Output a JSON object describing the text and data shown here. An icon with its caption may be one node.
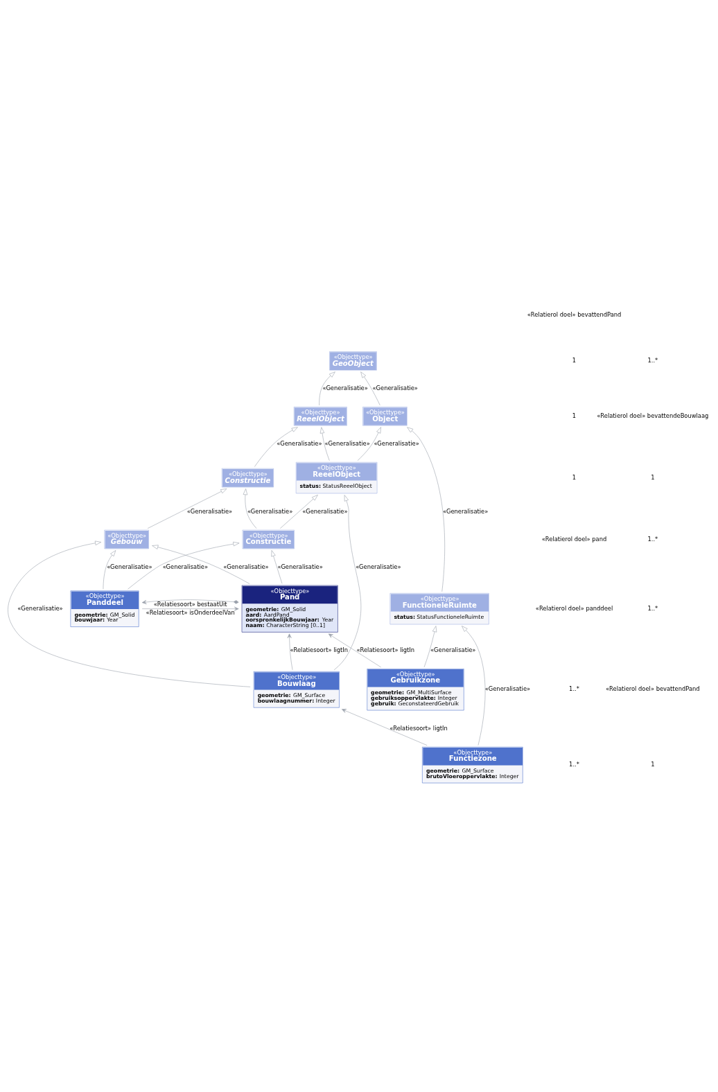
{
  "diagram": {
    "nodes": [
      {
        "text": [
          "«Objecttype»",
          "GeoObject"
        ]
      },
      {
        "text": [
          "«Objecttype»",
          "Object"
        ]
      },
      {
        "text": [
          "«Objecttype»",
          "ReeelObject"
        ]
      },
      {
        "text": [
          "«Objecttype»",
          "ReeelObject",
          "status: StatusReeelObject"
        ]
      },
      {
        "text": [
          "«Objecttype»",
          "Constructie"
        ]
      },
      {
        "text": [
          "«Objecttype»",
          "Constructie"
        ]
      },
      {
        "text": [
          "«Objecttype»",
          "Gebouw"
        ]
      },
      {
        "text": [
          "«Objecttype»",
          "Panddeel",
          "geometrie: GM_Solid",
          "bouwjaar: Year"
        ]
      },
      {
        "text": [
          "«Objecttype»",
          "FunctioneleRuimte",
          "status: StatusFunctioneleRuimte"
        ]
      },
      {
        "text": [
          "«Objecttype»",
          "Pand",
          "geometrie: GM_Solid",
          "aard: AardPand",
          "oorspronkelijkBouwjaar: Year",
          "naam: CharacterString [0..1]"
        ]
      },
      {
        "text": [
          "«Objecttype»",
          "Gebruikzone",
          "geometrie: GM_MultiSurface",
          "gebruiksoppervlakte: Integer",
          "gebruik: GeconstateerdGebruik"
        ]
      },
      {
        "text": [
          "«Objecttype»",
          "Bouwlaag",
          "geometrie: GM_Surface",
          "bouwlaagnummer: Integer"
        ]
      },
      {
        "text": [
          "«Objecttype»",
          "Functiezone",
          "geometrie: GM_Surface",
          "brutoVloeroppervlakte: Integer"
        ]
      }
    ],
    "edges": [
      {
        "from": 1,
        "to": 0,
        "arrow": "to",
        "label": "«Generalisatie»"
      },
      {
        "from": 2,
        "to": 0,
        "arrow": "to",
        "label": "«Generalisatie»"
      },
      {
        "from": 3,
        "to": 1,
        "arrow": "to",
        "label": "«Generalisatie»"
      },
      {
        "from": 3,
        "to": 2,
        "arrow": "to",
        "label": "«Generalisatie»"
      },
      {
        "from": 4,
        "to": 2,
        "arrow": "to",
        "label": "«Generalisatie»"
      },
      {
        "from": 8,
        "to": 1,
        "arrow": "to",
        "label": "«Generalisatie»"
      },
      {
        "from": 5,
        "to": 3,
        "arrow": "to",
        "label": "«Generalisatie»"
      },
      {
        "from": 5,
        "to": 4,
        "arrow": "to",
        "label": "«Generalisatie»"
      },
      {
        "from": 6,
        "to": 4,
        "arrow": "to",
        "label": "«Generalisatie»"
      },
      {
        "from": 7,
        "to": 5,
        "arrow": "to",
        "label": "«Generalisatie»"
      },
      {
        "from": 7,
        "to": 6,
        "arrow": "to",
        "label": "«Generalisatie»"
      },
      {
        "from": 11,
        "to": 3,
        "arrow": "to",
        "label": "«Generalisatie»"
      },
      {
        "from": 9,
        "to": 5,
        "arrow": "to",
        "label": "«Generalisatie»"
      },
      {
        "from": 9,
        "to": 6,
        "arrow": "to",
        "label": "«Generalisatie»"
      },
      {
        "from": 11,
        "to": 6,
        "arrow": "to",
        "label": "«Generalisatie»"
      },
      {
        "from": 7,
        "to": 9,
        "arrow": "to",
        "label": "«Relatiesoort» isOnderdeelVan"
      },
      {
        "from": 9,
        "to": 7,
        "arrow": "to",
        "label": "«Relatiesoort» bestaatUit"
      },
      {
        "from": 10,
        "to": 8,
        "arrow": "to",
        "label": "«Generalisatie»"
      },
      {
        "from": 10,
        "to": 9,
        "arrow": "to",
        "label": "«Relatiesoort» ligtIn"
      },
      {
        "from": 11,
        "to": 9,
        "arrow": "to",
        "label": "«Relatiesoort» ligtIn"
      },
      {
        "from": 12,
        "to": 8,
        "arrow": "to",
        "label": "«Generalisatie»"
      },
      {
        "from": 12,
        "to": 11,
        "arrow": "to",
        "label": "«Relatiesoort» ligtIn"
      }
    ],
    "labels": [
      "1..*",
      "1..*",
      "«Relatierol doel» panddeel",
      "«Relatierol doel» pand",
      "1",
      "1",
      "1",
      "«Relatierol doel» bevattendPand",
      "1",
      "«Relatierol doel» bevattendPand",
      "1..*",
      "1..*",
      "1",
      "«Relatierol doel» bevattendeBouwlaag",
      "1..*"
    ]
  }
}
